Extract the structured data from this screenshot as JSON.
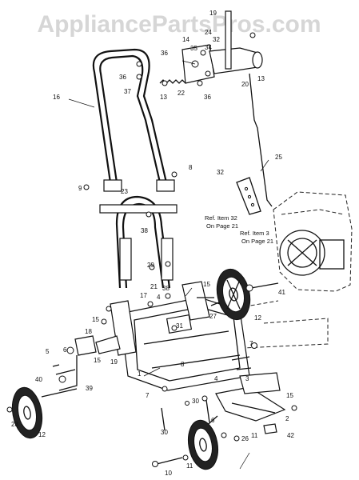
{
  "watermark": "AppliancePartsPros.com",
  "callouts": [
    {
      "id": "c19a",
      "text": "19"
    },
    {
      "id": "c24",
      "text": "24"
    },
    {
      "id": "c32a",
      "text": "32"
    },
    {
      "id": "c14",
      "text": "14"
    },
    {
      "id": "c35",
      "text": "35"
    },
    {
      "id": "c34",
      "text": "34"
    },
    {
      "id": "c20",
      "text": "20"
    },
    {
      "id": "c13a",
      "text": "13"
    },
    {
      "id": "c36a",
      "text": "36"
    },
    {
      "id": "c36b",
      "text": "36"
    },
    {
      "id": "c37",
      "text": "37"
    },
    {
      "id": "c13b",
      "text": "13"
    },
    {
      "id": "c22",
      "text": "22"
    },
    {
      "id": "c36c",
      "text": "36"
    },
    {
      "id": "c16",
      "text": "16"
    },
    {
      "id": "c25",
      "text": "25"
    },
    {
      "id": "c8a",
      "text": "8"
    },
    {
      "id": "c9",
      "text": "9"
    },
    {
      "id": "c23",
      "text": "23"
    },
    {
      "id": "c32b",
      "text": "32"
    },
    {
      "id": "c38a",
      "text": "38"
    },
    {
      "id": "c29",
      "text": "29"
    },
    {
      "id": "c21",
      "text": "21"
    },
    {
      "id": "c38b",
      "text": "38"
    },
    {
      "id": "c15a",
      "text": "15"
    },
    {
      "id": "c17",
      "text": "17"
    },
    {
      "id": "c4a",
      "text": "4"
    },
    {
      "id": "c41",
      "text": "41"
    },
    {
      "id": "c15b",
      "text": "15"
    },
    {
      "id": "c27",
      "text": "27"
    },
    {
      "id": "c12a",
      "text": "12"
    },
    {
      "id": "c31",
      "text": "31"
    },
    {
      "id": "c7a",
      "text": "7"
    },
    {
      "id": "c5",
      "text": "5"
    },
    {
      "id": "c6a",
      "text": "6"
    },
    {
      "id": "c18",
      "text": "18"
    },
    {
      "id": "c15c",
      "text": "15"
    },
    {
      "id": "c19b",
      "text": "19"
    },
    {
      "id": "c1",
      "text": "1"
    },
    {
      "id": "c8b",
      "text": "8"
    },
    {
      "id": "c4b",
      "text": "4"
    },
    {
      "id": "c3",
      "text": "3"
    },
    {
      "id": "c40",
      "text": "40"
    },
    {
      "id": "c39",
      "text": "39"
    },
    {
      "id": "c7b",
      "text": "7"
    },
    {
      "id": "c30a",
      "text": "30"
    },
    {
      "id": "c15d",
      "text": "15"
    },
    {
      "id": "c6b",
      "text": "6"
    },
    {
      "id": "c2",
      "text": "2"
    },
    {
      "id": "c28",
      "text": "28"
    },
    {
      "id": "c12b",
      "text": "12"
    },
    {
      "id": "c30b",
      "text": "30"
    },
    {
      "id": "c11a",
      "text": "11"
    },
    {
      "id": "c11b",
      "text": "11"
    },
    {
      "id": "c26",
      "text": "26"
    },
    {
      "id": "c42",
      "text": "42"
    },
    {
      "id": "c10",
      "text": "10"
    }
  ],
  "references": {
    "item32_line1": "Ref. Item 32",
    "item32_line2": "On Page 21",
    "item3_line1": "Ref. Item 3",
    "item3_line2": "On Page 21"
  }
}
